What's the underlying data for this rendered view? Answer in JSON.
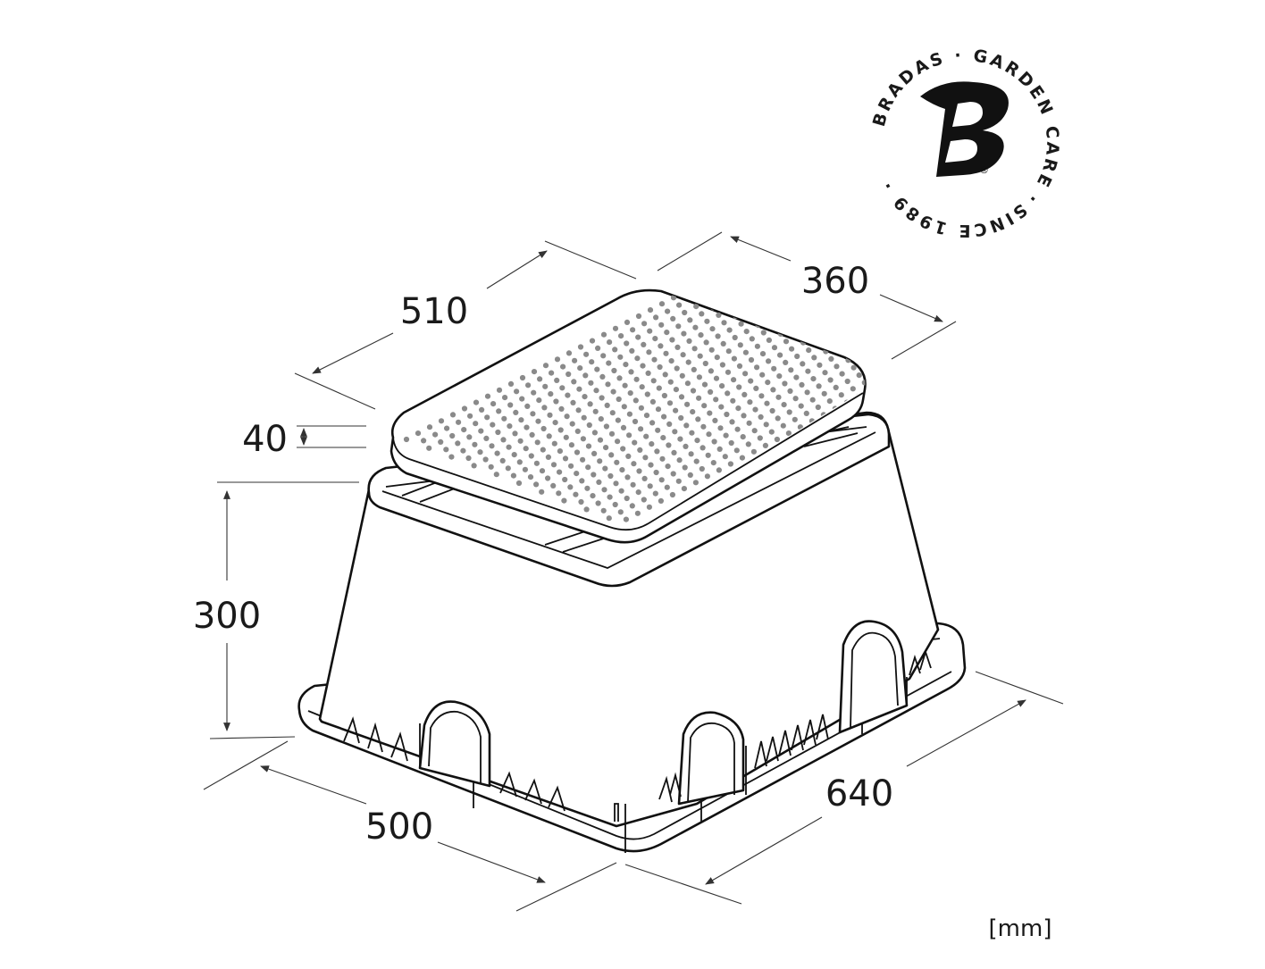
{
  "logo": {
    "ring_top_text": "BRADAS · GARDEN CARE ·",
    "ring_bottom_text": "SINCE 1989 ·",
    "monogram": "B",
    "registered_mark": "®",
    "icon": "bradas-b-logo-icon"
  },
  "dimensions": {
    "lid_length": "510",
    "lid_width": "360",
    "lid_thickness": "40",
    "body_height": "300",
    "base_width": "500",
    "base_length": "640"
  },
  "unit": "[mm]",
  "colors": {
    "line": "#111111",
    "hole": "#8a8a8a",
    "background": "#ffffff"
  }
}
